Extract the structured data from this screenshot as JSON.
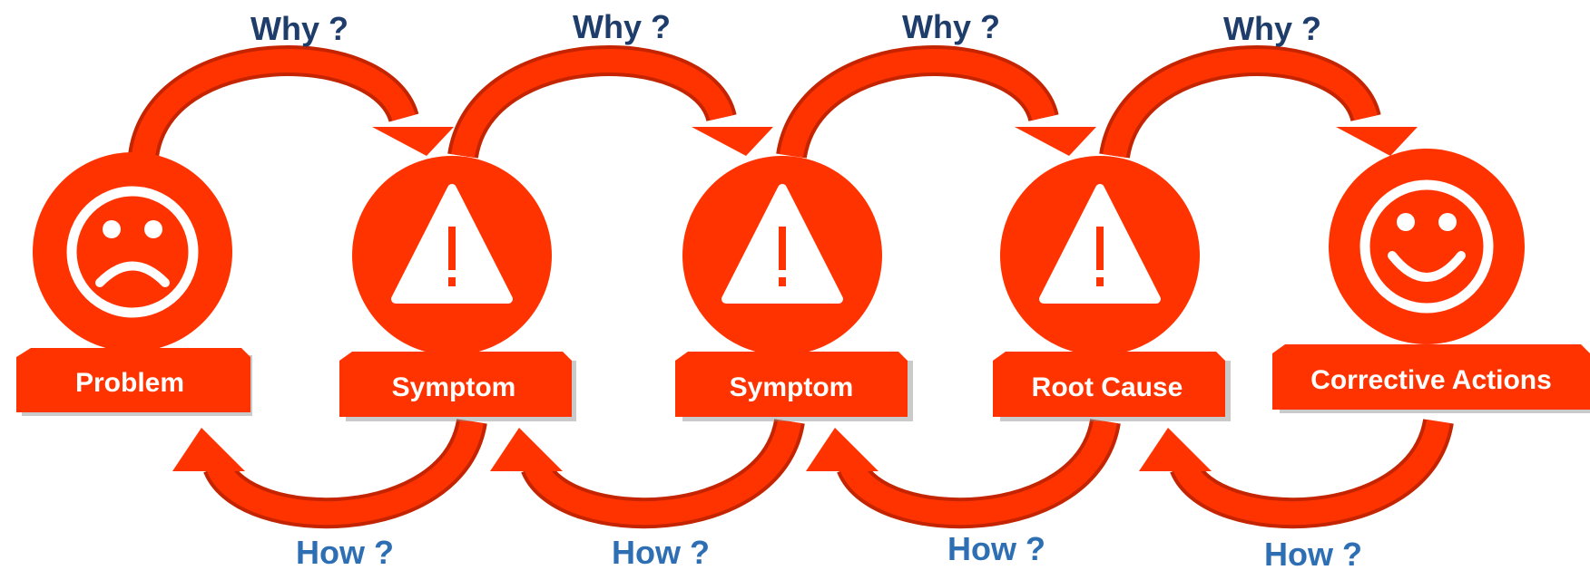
{
  "colors": {
    "primary": "#ff3300",
    "primary_dark": "#c42400",
    "shadow": "#8a8a8a",
    "icon": "#ffffff",
    "why_text": "#1f3d6b",
    "how_text": "#2e6fb4",
    "background": "#ffffff"
  },
  "nodes": [
    {
      "label": "Problem",
      "icon": "sad-face-icon"
    },
    {
      "label": "Symptom",
      "icon": "warning-icon"
    },
    {
      "label": "Symptom",
      "icon": "warning-icon"
    },
    {
      "label": "Root Cause",
      "icon": "warning-icon"
    },
    {
      "label": "Corrective Actions",
      "icon": "happy-face-icon"
    }
  ],
  "why_labels": [
    "Why ?",
    "Why ?",
    "Why ?",
    "Why ?"
  ],
  "how_labels": [
    "How ?",
    "How ?",
    "How ?",
    "How ?"
  ]
}
